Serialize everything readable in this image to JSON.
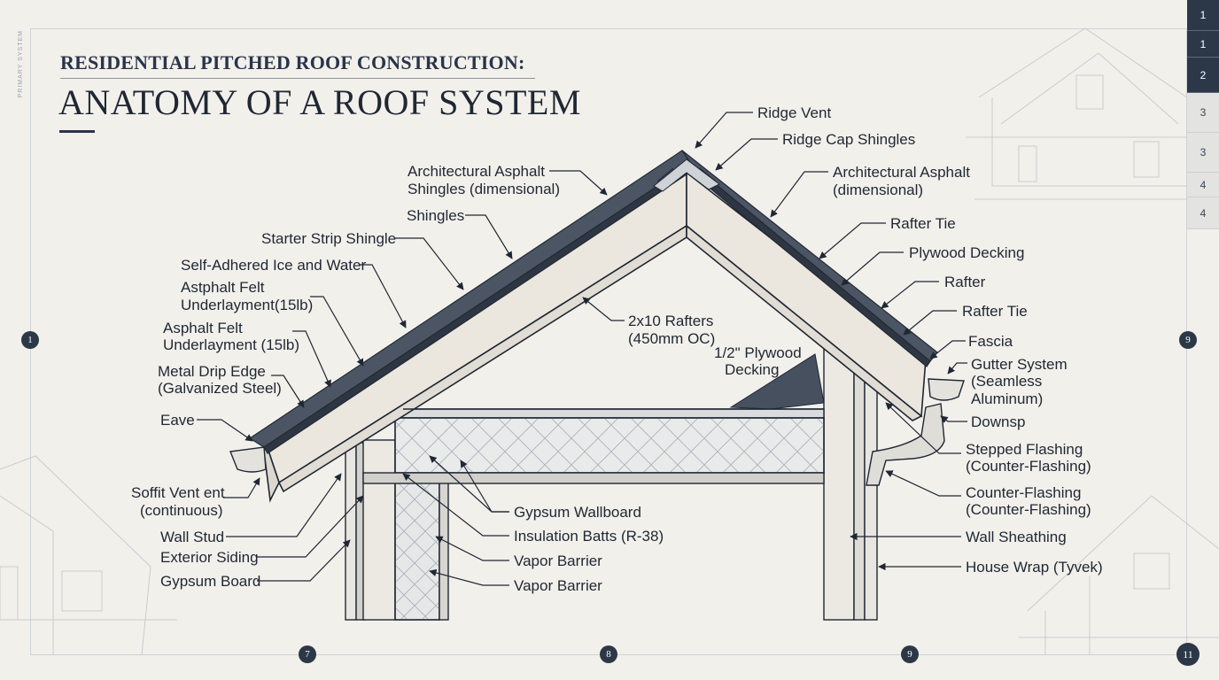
{
  "title": {
    "subtitle": "RESIDENTIAL PITCHED ROOF CONSTRUCTION:",
    "main": "ANATOMY OF A ROOF SYSTEM"
  },
  "side_tag": "PRIMARY SYSTEM",
  "tabs": [
    "1",
    "1",
    "2",
    "3",
    "3",
    "4",
    "4"
  ],
  "badges": {
    "left": "1",
    "right": "9",
    "bottom_1": "7",
    "bottom_2": "8",
    "bottom_3": "9",
    "corner": "11"
  },
  "labels": {
    "ridge_vent": "Ridge Vent",
    "ridge_cap": "Ridge Cap Shingles",
    "arch_shingles_l1": "Architectural Asphalt",
    "arch_shingles_l2": "Shingles (dimensional)",
    "shingles": "Shingles",
    "starter_strip": "Starter Strip Shingle",
    "ice_water": "Self-Adhered Ice and Water",
    "felt1_l1": "Astphalt Felt",
    "felt1_l2": "Underlayment(15lb)",
    "felt2_l1": "Asphalt Felt",
    "felt2_l2": "Underlayment (15lb)",
    "drip_l1": "Metal Drip Edge",
    "drip_l2": "(Galvanized Steel)",
    "eave": "Eave",
    "soffit_l1": "Soffit Vent ent",
    "soffit_l2": "(continuous)",
    "wall_stud": "Wall Stud",
    "ext_siding": "Exterior Siding",
    "gypsum_board": "Gypsum Board",
    "rafters_l1": "2x10 Rafters",
    "rafters_l2": "(450mm OC)",
    "plywood_l1": "1/2\" Plywood",
    "plywood_l2": "Decking",
    "gypsum_wallboard": "Gypsum Wallboard",
    "insulation": "Insulation Batts (R-38)",
    "vapor1": "Vapor Barrier",
    "vapor2": "Vapor Barrier",
    "arch_right_l1": "Architectural Asphalt",
    "arch_right_l2": "(dimensional)",
    "rafter_tie_1": "Rafter Tie",
    "plywood_decking": "Plywood Decking",
    "rafter": "Rafter",
    "rafter_tie_2": "Rafter Tie",
    "fascia": "Fascia",
    "gutter_l1": "Gutter System",
    "gutter_l2": "(Seamless",
    "gutter_l3": "Aluminum)",
    "downsp": "Downsp",
    "stepped_l1": "Stepped Flashing",
    "stepped_l2": "(Counter-Flashing)",
    "counter_l1": "Counter-Flashing",
    "counter_l2": "(Counter-Flashing)",
    "wall_sheathing": "Wall Sheathing",
    "house_wrap": "House Wrap (Tyvek)"
  }
}
